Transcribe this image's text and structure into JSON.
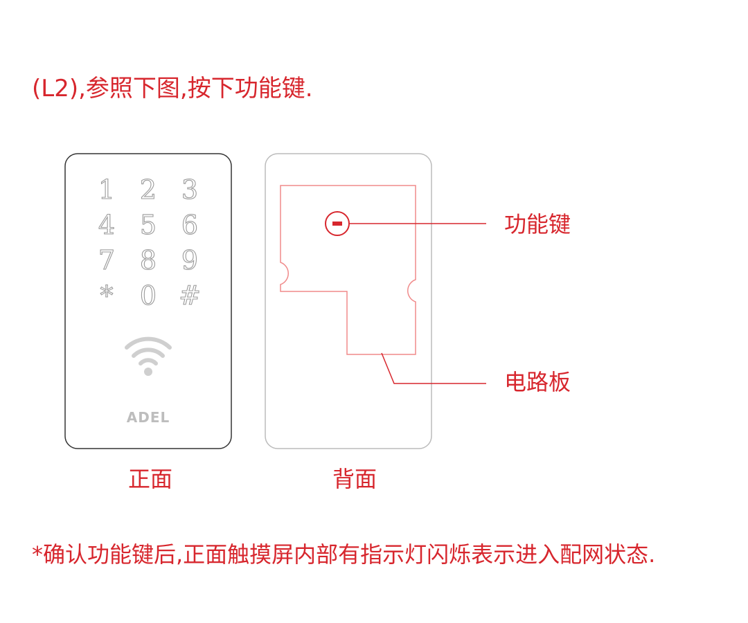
{
  "heading": "(L2),参照下图,按下功能键.",
  "front_panel": {
    "keys": [
      "1",
      "2",
      "3",
      "4",
      "5",
      "6",
      "7",
      "8",
      "9",
      "*",
      "0",
      "#"
    ],
    "brand": "ADEL",
    "icon": "wifi-icon"
  },
  "captions": {
    "front": "正面",
    "back": "背面"
  },
  "callouts": {
    "function_key": "功能键",
    "circuit_board": "电路板"
  },
  "note": "*确认功能键后,正面触摸屏内部有指示灯闪烁表示进入配网状态.",
  "colors": {
    "accent": "#d7262d",
    "outline_front": "#333333",
    "outline_back": "#bbbbbb",
    "board": "#f08a8a"
  }
}
